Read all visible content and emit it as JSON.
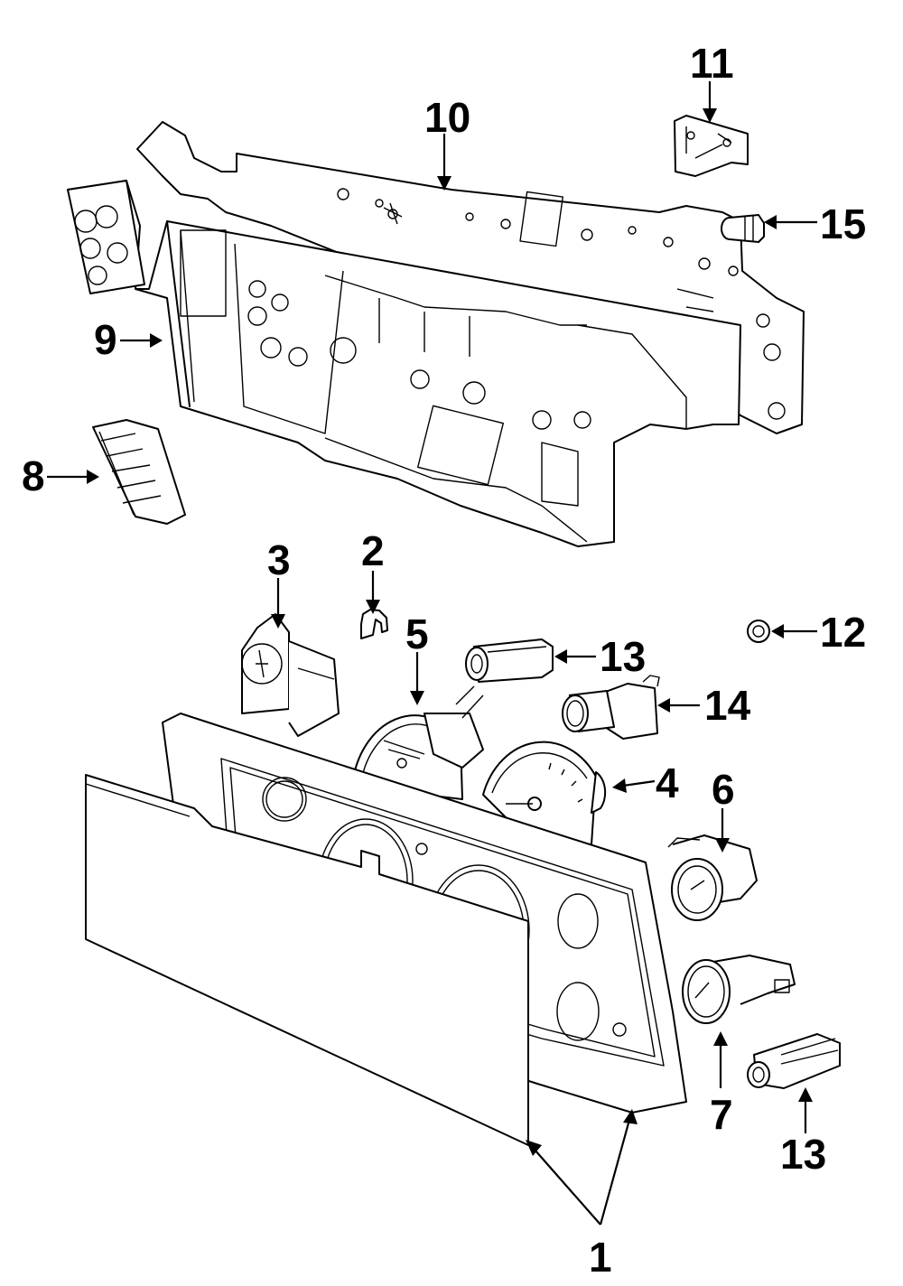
{
  "diagram": {
    "title": "Instrument Cluster - Exploded Parts View",
    "style": {
      "line_color": "#000000",
      "background_color": "#ffffff"
    },
    "callouts": [
      {
        "id": "c1",
        "label": "1",
        "part": "Cluster bezel / lens assembly"
      },
      {
        "id": "c2",
        "label": "2",
        "part": "Clip"
      },
      {
        "id": "c3",
        "label": "3",
        "part": "Gauge (upper left)"
      },
      {
        "id": "c4",
        "label": "4",
        "part": "Tachometer"
      },
      {
        "id": "c5",
        "label": "5",
        "part": "Speedometer"
      },
      {
        "id": "c6",
        "label": "6",
        "part": "Gauge (right upper)"
      },
      {
        "id": "c7",
        "label": "7",
        "part": "Gauge (right lower)"
      },
      {
        "id": "c8",
        "label": "8",
        "part": "Vent grille"
      },
      {
        "id": "c9",
        "label": "9",
        "part": "Cluster housing"
      },
      {
        "id": "c10",
        "label": "10",
        "part": "Printed circuit board"
      },
      {
        "id": "c11",
        "label": "11",
        "part": "Circuit bracket"
      },
      {
        "id": "c12",
        "label": "12",
        "part": "Bulb socket"
      },
      {
        "id": "c13a",
        "label": "13",
        "part": "Bulb holder (upper)"
      },
      {
        "id": "c13b",
        "label": "13",
        "part": "Bulb holder (lower)"
      },
      {
        "id": "c14",
        "label": "14",
        "part": "Socket assembly"
      },
      {
        "id": "c15",
        "label": "15",
        "part": "Bulb"
      }
    ]
  }
}
